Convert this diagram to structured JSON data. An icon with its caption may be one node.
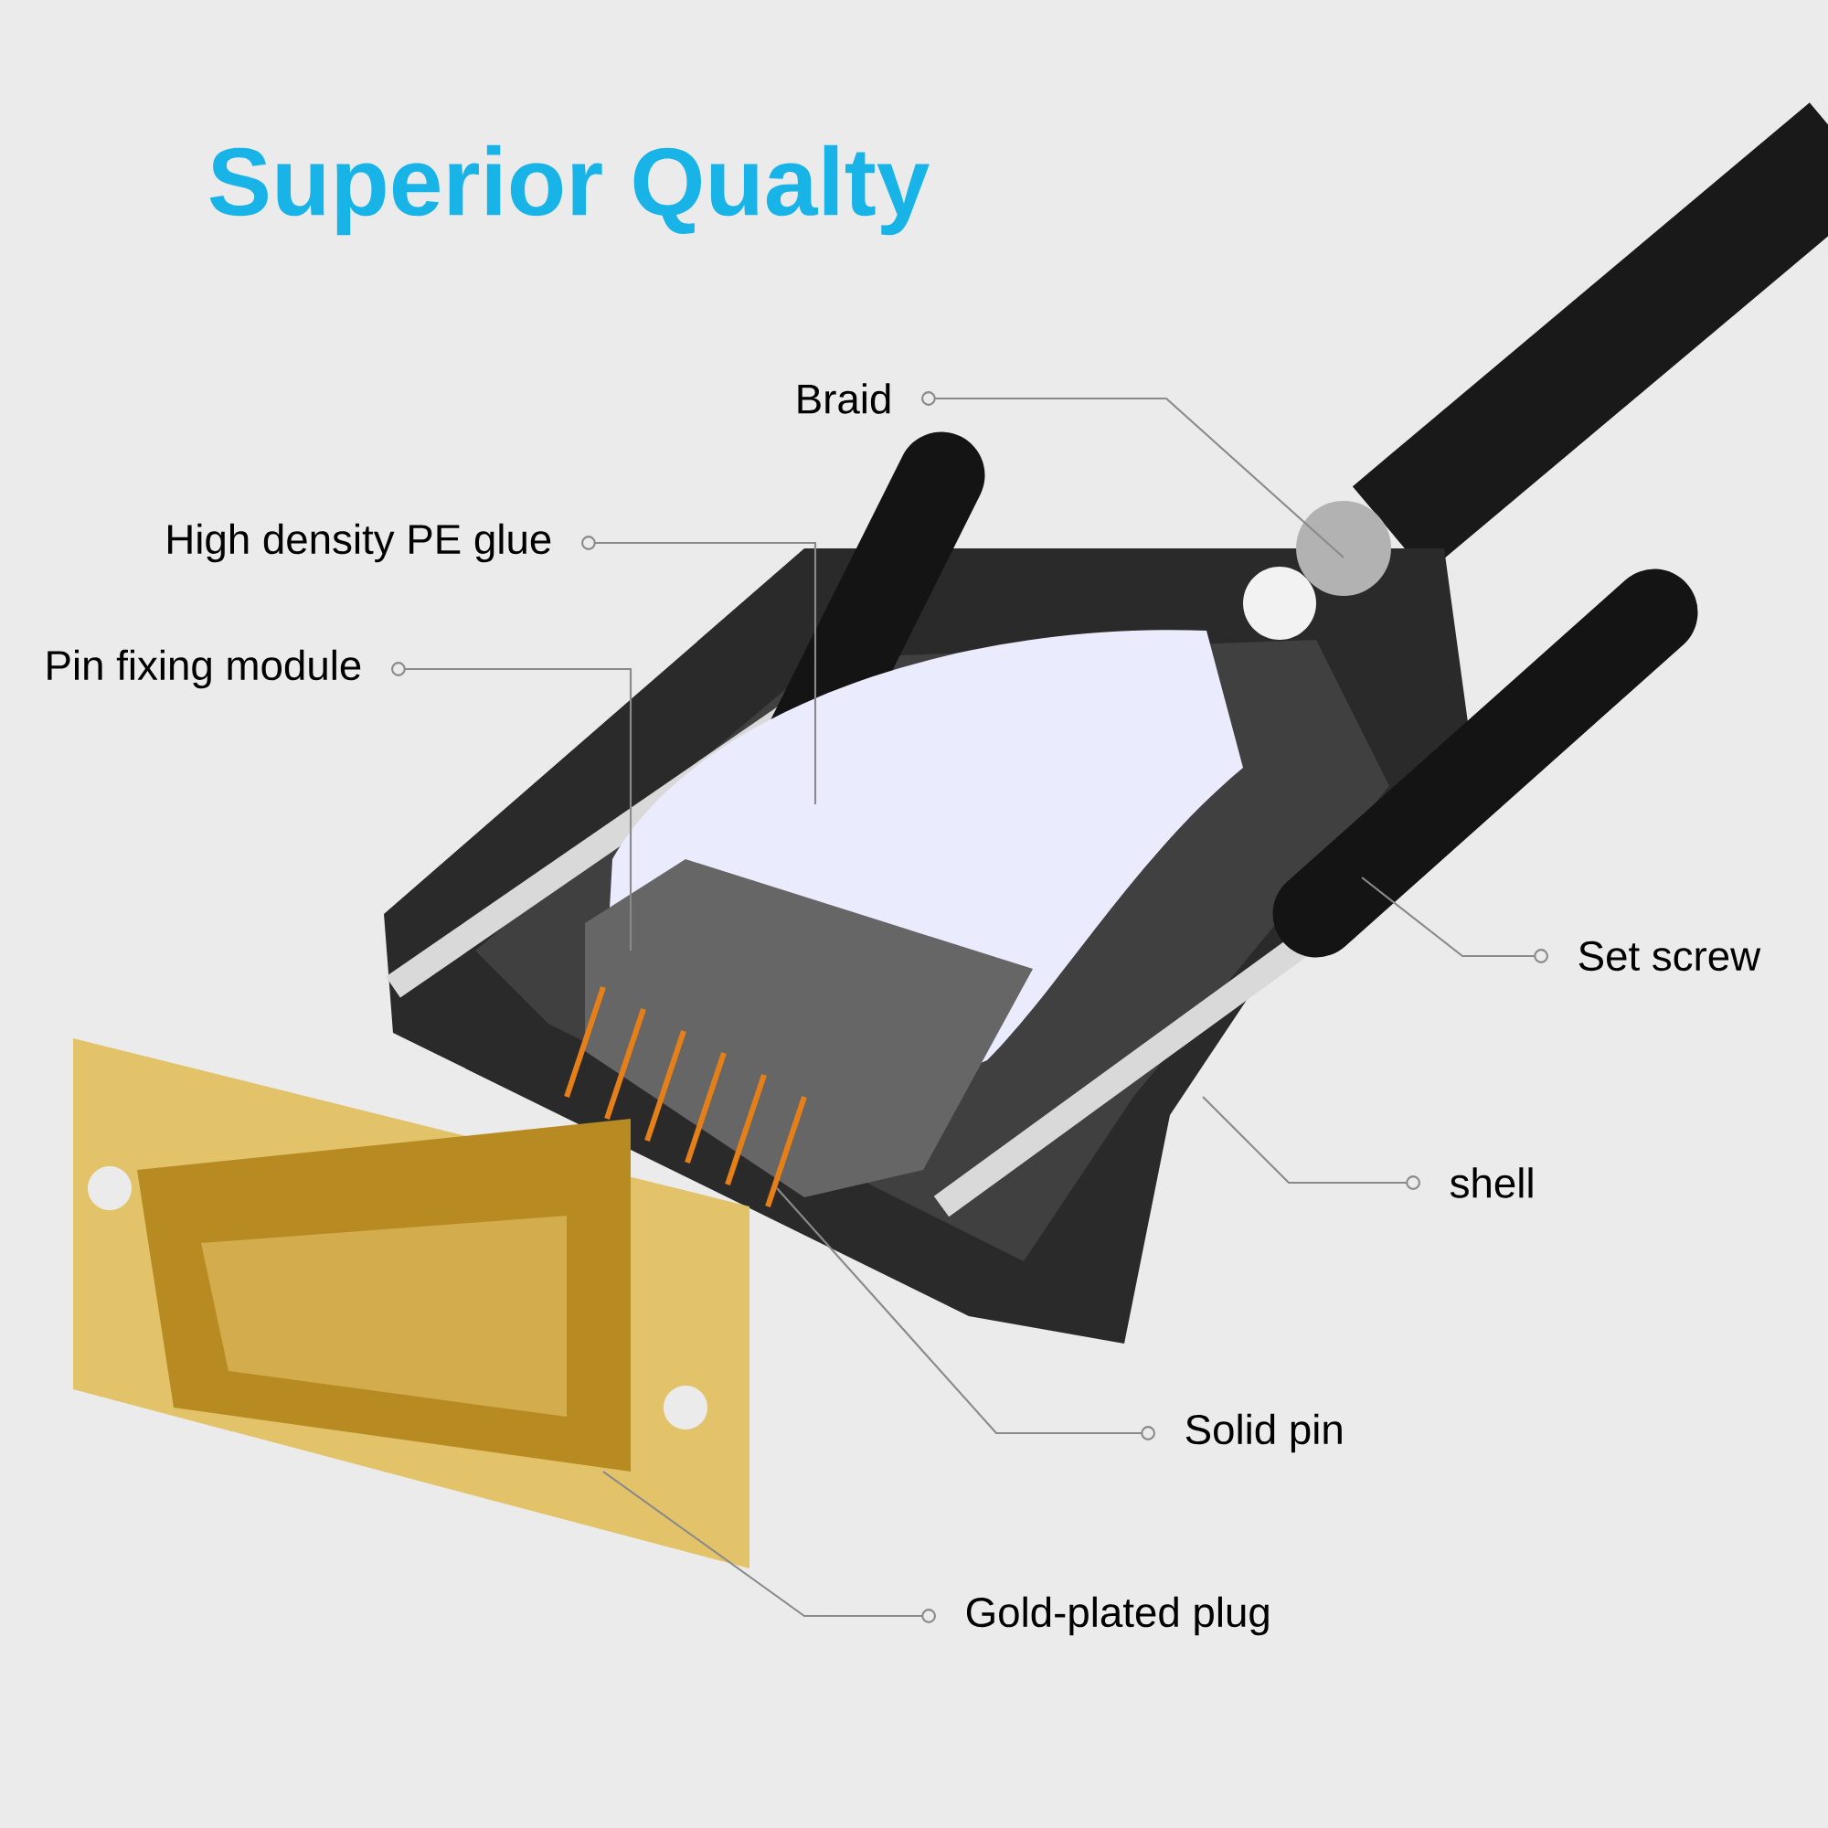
{
  "diagram": {
    "title": "Superior Qualty",
    "nodes": [
      {
        "text": [
          "Braid"
        ]
      },
      {
        "text": [
          "High density PE glue"
        ]
      },
      {
        "text": [
          "Pin fixing module"
        ]
      },
      {
        "text": [
          "Set screw"
        ]
      },
      {
        "text": [
          "shell"
        ]
      },
      {
        "text": [
          "Solid pin"
        ]
      },
      {
        "text": [
          "Gold-plated plug"
        ]
      }
    ],
    "edges": [
      {
        "from": 0,
        "to": null,
        "arrow": "other"
      },
      {
        "from": 1,
        "to": null,
        "arrow": "other"
      },
      {
        "from": 2,
        "to": null,
        "arrow": "other"
      },
      {
        "from": 3,
        "to": null,
        "arrow": "other"
      },
      {
        "from": 4,
        "to": null,
        "arrow": "other"
      },
      {
        "from": 5,
        "to": null,
        "arrow": "other"
      },
      {
        "from": 6,
        "to": null,
        "arrow": "other"
      }
    ]
  }
}
